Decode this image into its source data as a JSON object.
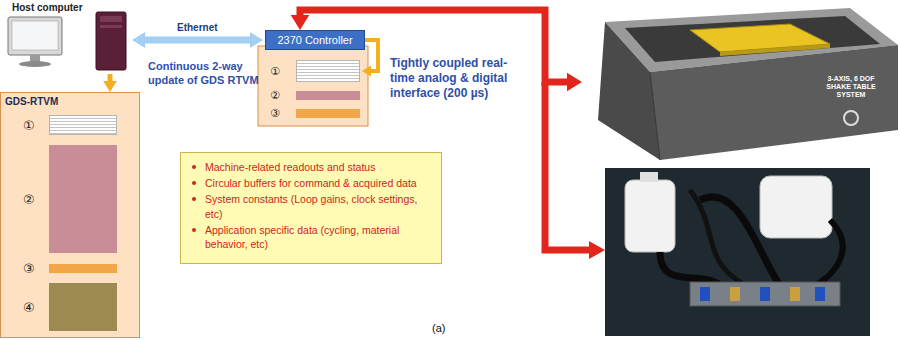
{
  "diagram": {
    "caption": "(a)",
    "nodes": [
      {
        "text": [
          "Host computer"
        ]
      },
      {
        "text": [
          "GDS-RTVM"
        ]
      },
      {
        "text": [
          "①"
        ],
        "in": 1
      },
      {
        "text": [
          "②"
        ],
        "in": 1
      },
      {
        "text": [
          "③"
        ],
        "in": 1
      },
      {
        "text": [
          "④"
        ],
        "in": 1
      },
      {
        "text": [
          "2370 Controller"
        ]
      },
      {
        "text": [
          "①"
        ]
      },
      {
        "text": [
          "②"
        ]
      },
      {
        "text": [
          "③"
        ]
      },
      {
        "text": [
          "Machine-related readouts and status",
          "Circular buffers for command & acquired data",
          "System constants (Loop gains, clock settings, etc)",
          "Application specific data (cycling, material behavior, etc)"
        ]
      },
      {
        "text": [
          "3-AXIS, 6 DOF SHAKE TABLE SYSTEM"
        ]
      }
    ],
    "edges": [
      {
        "from": 0,
        "to": 1,
        "arrow": "to"
      },
      {
        "from": 0,
        "to": 6,
        "label": "Ethernet",
        "arrow": "both"
      },
      {
        "from": 6,
        "to": 11,
        "arrow": "both"
      },
      {
        "from": 6,
        "to": 7,
        "arrow": "to"
      }
    ],
    "labels": [
      "Continuous 2-way update of GDS RTVM",
      "Tightly coupled real-time analog & digital interface (200 µs)"
    ]
  }
}
